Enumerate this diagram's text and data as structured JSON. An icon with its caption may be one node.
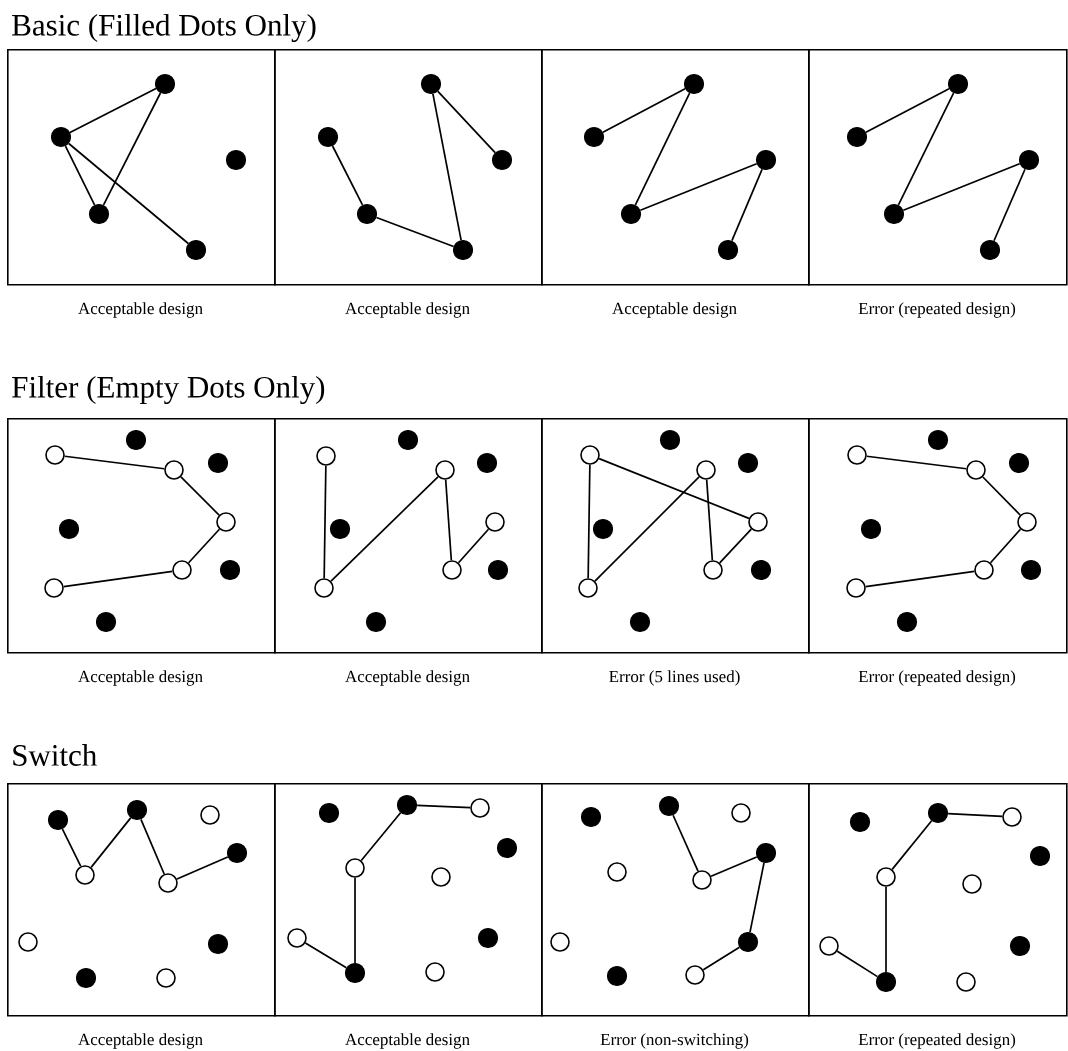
{
  "diagram": {
    "nodes": [
      {
        "text": [],
        "shape": "box",
        "beside": [
          "Acceptable design"
        ]
      },
      {
        "text": [],
        "shape": "dot",
        "in": 0
      },
      {
        "text": [],
        "shape": "dot",
        "in": 0
      },
      {
        "text": [],
        "shape": "dot",
        "in": 0
      },
      {
        "text": [],
        "shape": "dot",
        "in": 0
      },
      {
        "text": [],
        "shape": "dot",
        "in": 0
      },
      {
        "text": [],
        "shape": "box",
        "beside": [
          "Acceptable design"
        ]
      },
      {
        "text": [],
        "shape": "dot",
        "in": 6
      },
      {
        "text": [],
        "shape": "dot",
        "in": 6
      },
      {
        "text": [],
        "shape": "dot",
        "in": 6
      },
      {
        "text": [],
        "shape": "dot",
        "in": 6
      },
      {
        "text": [],
        "shape": "dot",
        "in": 6
      },
      {
        "text": [],
        "shape": "box",
        "beside": [
          "Acceptable design"
        ]
      },
      {
        "text": [],
        "shape": "dot",
        "in": 12
      },
      {
        "text": [],
        "shape": "dot",
        "in": 12
      },
      {
        "text": [],
        "shape": "dot",
        "in": 12
      },
      {
        "text": [],
        "shape": "dot",
        "in": 12
      },
      {
        "text": [],
        "shape": "dot",
        "in": 12
      },
      {
        "text": [],
        "shape": "box",
        "beside": [
          "Error (repeated design)"
        ]
      },
      {
        "text": [],
        "shape": "dot",
        "in": 18
      },
      {
        "text": [],
        "shape": "dot",
        "in": 18
      },
      {
        "text": [],
        "shape": "dot",
        "in": 18
      },
      {
        "text": [],
        "shape": "dot",
        "in": 18
      },
      {
        "text": [],
        "shape": "dot",
        "in": 18
      },
      {
        "text": [],
        "shape": "box",
        "beside": [
          "Acceptable design"
        ]
      },
      {
        "text": [],
        "shape": "circle",
        "in": 24
      },
      {
        "text": [],
        "shape": "dot",
        "in": 24
      },
      {
        "text": [],
        "shape": "circle",
        "in": 24
      },
      {
        "text": [],
        "shape": "dot",
        "in": 24
      },
      {
        "text": [],
        "shape": "circle",
        "in": 24
      },
      {
        "text": [],
        "shape": "dot",
        "in": 24
      },
      {
        "text": [],
        "shape": "circle",
        "in": 24
      },
      {
        "text": [],
        "shape": "dot",
        "in": 24
      },
      {
        "text": [],
        "shape": "circle",
        "in": 24
      },
      {
        "text": [],
        "shape": "dot",
        "in": 24
      },
      {
        "text": [],
        "shape": "box",
        "beside": [
          "Acceptable design"
        ]
      },
      {
        "text": [],
        "shape": "circle",
        "in": 35
      },
      {
        "text": [],
        "shape": "dot",
        "in": 35
      },
      {
        "text": [],
        "shape": "circle",
        "in": 35
      },
      {
        "text": [],
        "shape": "dot",
        "in": 35
      },
      {
        "text": [],
        "shape": "circle",
        "in": 35
      },
      {
        "text": [],
        "shape": "dot",
        "in": 35
      },
      {
        "text": [],
        "shape": "circle",
        "in": 35
      },
      {
        "text": [],
        "shape": "dot",
        "in": 35
      },
      {
        "text": [],
        "shape": "circle",
        "in": 35
      },
      {
        "text": [],
        "shape": "dot",
        "in": 35
      },
      {
        "text": [],
        "shape": "box",
        "beside": [
          "Error (5 lines used)"
        ]
      },
      {
        "text": [],
        "shape": "circle",
        "in": 46
      },
      {
        "text": [],
        "shape": "dot",
        "in": 46
      },
      {
        "text": [],
        "shape": "circle",
        "in": 46
      },
      {
        "text": [],
        "shape": "dot",
        "in": 46
      },
      {
        "text": [],
        "shape": "circle",
        "in": 46
      },
      {
        "text": [],
        "shape": "dot",
        "in": 46
      },
      {
        "text": [],
        "shape": "circle",
        "in": 46
      },
      {
        "text": [],
        "shape": "dot",
        "in": 46
      },
      {
        "text": [],
        "shape": "circle",
        "in": 46
      },
      {
        "text": [],
        "shape": "dot",
        "in": 46
      },
      {
        "text": [],
        "shape": "box",
        "beside": [
          "Error (repeated design)"
        ]
      },
      {
        "text": [],
        "shape": "circle",
        "in": 57
      },
      {
        "text": [],
        "shape": "dot",
        "in": 57
      },
      {
        "text": [],
        "shape": "circle",
        "in": 57
      },
      {
        "text": [],
        "shape": "dot",
        "in": 57
      },
      {
        "text": [],
        "shape": "circle",
        "in": 57
      },
      {
        "text": [],
        "shape": "dot",
        "in": 57
      },
      {
        "text": [],
        "shape": "circle",
        "in": 57
      },
      {
        "text": [],
        "shape": "dot",
        "in": 57
      },
      {
        "text": [],
        "shape": "circle",
        "in": 57
      },
      {
        "text": [],
        "shape": "dot",
        "in": 57
      },
      {
        "text": [],
        "shape": "box",
        "beside": [
          "Acceptable design"
        ]
      },
      {
        "text": [],
        "shape": "dot",
        "in": 68
      },
      {
        "text": [],
        "shape": "dot",
        "in": 68
      },
      {
        "text": [],
        "shape": "circle",
        "in": 68
      },
      {
        "text": [],
        "shape": "circle",
        "in": 68
      },
      {
        "text": [],
        "shape": "circle",
        "in": 68
      },
      {
        "text": [],
        "shape": "dot",
        "in": 68
      },
      {
        "text": [],
        "shape": "circle",
        "in": 68
      },
      {
        "text": [],
        "shape": "dot",
        "in": 68
      },
      {
        "text": [],
        "shape": "dot",
        "in": 68
      },
      {
        "text": [],
        "shape": "circle",
        "in": 68
      },
      {
        "text": [],
        "shape": "box",
        "beside": [
          "Acceptable design"
        ]
      },
      {
        "text": [],
        "shape": "dot",
        "in": 79
      },
      {
        "text": [],
        "shape": "dot",
        "in": 79
      },
      {
        "text": [],
        "shape": "circle",
        "in": 79
      },
      {
        "text": [],
        "shape": "dot",
        "in": 79
      },
      {
        "text": [],
        "shape": "circle",
        "in": 79
      },
      {
        "text": [],
        "shape": "circle",
        "in": 79
      },
      {
        "text": [],
        "shape": "circle",
        "in": 79
      },
      {
        "text": [],
        "shape": "dot",
        "in": 79
      },
      {
        "text": [],
        "shape": "dot",
        "in": 79
      },
      {
        "text": [],
        "shape": "circle",
        "in": 79
      },
      {
        "text": [],
        "shape": "box",
        "beside": [
          "Error (non-switching)"
        ]
      },
      {
        "text": [],
        "shape": "dot",
        "in": 90
      },
      {
        "text": [],
        "shape": "dot",
        "in": 90
      },
      {
        "text": [],
        "shape": "circle",
        "in": 90
      },
      {
        "text": [],
        "shape": "dot",
        "in": 90
      },
      {
        "text": [],
        "shape": "circle",
        "in": 90
      },
      {
        "text": [],
        "shape": "circle",
        "in": 90
      },
      {
        "text": [],
        "shape": "circle",
        "in": 90
      },
      {
        "text": [],
        "shape": "dot",
        "in": 90
      },
      {
        "text": [],
        "shape": "dot",
        "in": 90
      },
      {
        "text": [],
        "shape": "circle",
        "in": 90
      },
      {
        "text": [],
        "shape": "box",
        "beside": [
          "Error (repeated design)"
        ]
      },
      {
        "text": [],
        "shape": "dot",
        "in": 101
      },
      {
        "text": [],
        "shape": "dot",
        "in": 101
      },
      {
        "text": [],
        "shape": "circle",
        "in": 101
      },
      {
        "text": [],
        "shape": "dot",
        "in": 101
      },
      {
        "text": [],
        "shape": "circle",
        "in": 101
      },
      {
        "text": [],
        "shape": "circle",
        "in": 101
      },
      {
        "text": [],
        "shape": "circle",
        "in": 101
      },
      {
        "text": [],
        "shape": "dot",
        "in": 101
      },
      {
        "text": [],
        "shape": "dot",
        "in": 101
      },
      {
        "text": [],
        "shape": "circle",
        "in": 101
      }
    ],
    "edges": [
      {
        "from": 2,
        "to": 1,
        "arrow": "none"
      },
      {
        "from": 1,
        "to": 3,
        "arrow": "none"
      },
      {
        "from": 2,
        "to": 3,
        "arrow": "none"
      },
      {
        "from": 2,
        "to": 4,
        "arrow": "none"
      },
      {
        "from": 7,
        "to": 10,
        "arrow": "none"
      },
      {
        "from": 10,
        "to": 11,
        "arrow": "none"
      },
      {
        "from": 11,
        "to": 8,
        "arrow": "none"
      },
      {
        "from": 8,
        "to": 9,
        "arrow": "none"
      },
      {
        "from": 13,
        "to": 14,
        "arrow": "none"
      },
      {
        "from": 14,
        "to": 16,
        "arrow": "none"
      },
      {
        "from": 16,
        "to": 15,
        "arrow": "none"
      },
      {
        "from": 15,
        "to": 17,
        "arrow": "none"
      },
      {
        "from": 19,
        "to": 20,
        "arrow": "none"
      },
      {
        "from": 20,
        "to": 22,
        "arrow": "none"
      },
      {
        "from": 22,
        "to": 21,
        "arrow": "none"
      },
      {
        "from": 21,
        "to": 23,
        "arrow": "none"
      },
      {
        "from": 25,
        "to": 27,
        "arrow": "none"
      },
      {
        "from": 27,
        "to": 29,
        "arrow": "none"
      },
      {
        "from": 29,
        "to": 31,
        "arrow": "none"
      },
      {
        "from": 31,
        "to": 33,
        "arrow": "none"
      },
      {
        "from": 36,
        "to": 44,
        "arrow": "none"
      },
      {
        "from": 44,
        "to": 38,
        "arrow": "none"
      },
      {
        "from": 38,
        "to": 42,
        "arrow": "none"
      },
      {
        "from": 42,
        "to": 40,
        "arrow": "none"
      },
      {
        "from": 47,
        "to": 55,
        "arrow": "none"
      },
      {
        "from": 55,
        "to": 49,
        "arrow": "none"
      },
      {
        "from": 49,
        "to": 53,
        "arrow": "none"
      },
      {
        "from": 53,
        "to": 51,
        "arrow": "none"
      },
      {
        "from": 47,
        "to": 51,
        "arrow": "none"
      },
      {
        "from": 58,
        "to": 60,
        "arrow": "none"
      },
      {
        "from": 60,
        "to": 62,
        "arrow": "none"
      },
      {
        "from": 62,
        "to": 64,
        "arrow": "none"
      },
      {
        "from": 64,
        "to": 66,
        "arrow": "none"
      },
      {
        "from": 69,
        "to": 72,
        "arrow": "none"
      },
      {
        "from": 72,
        "to": 70,
        "arrow": "none"
      },
      {
        "from": 70,
        "to": 73,
        "arrow": "none"
      },
      {
        "from": 73,
        "to": 74,
        "arrow": "none"
      },
      {
        "from": 82,
        "to": 81,
        "arrow": "none"
      },
      {
        "from": 81,
        "to": 84,
        "arrow": "none"
      },
      {
        "from": 84,
        "to": 88,
        "arrow": "none"
      },
      {
        "from": 88,
        "to": 86,
        "arrow": "none"
      },
      {
        "from": 92,
        "to": 96,
        "arrow": "none"
      },
      {
        "from": 96,
        "to": 94,
        "arrow": "none"
      },
      {
        "from": 94,
        "to": 98,
        "arrow": "none"
      },
      {
        "from": 98,
        "to": 100,
        "arrow": "none"
      },
      {
        "from": 104,
        "to": 103,
        "arrow": "none"
      },
      {
        "from": 103,
        "to": 106,
        "arrow": "none"
      },
      {
        "from": 106,
        "to": 110,
        "arrow": "none"
      },
      {
        "from": 110,
        "to": 108,
        "arrow": "none"
      }
    ],
    "labels": [
      "Basic (Filled Dots Only)",
      "Filter (Empty Dots Only)",
      "Switch"
    ]
  }
}
